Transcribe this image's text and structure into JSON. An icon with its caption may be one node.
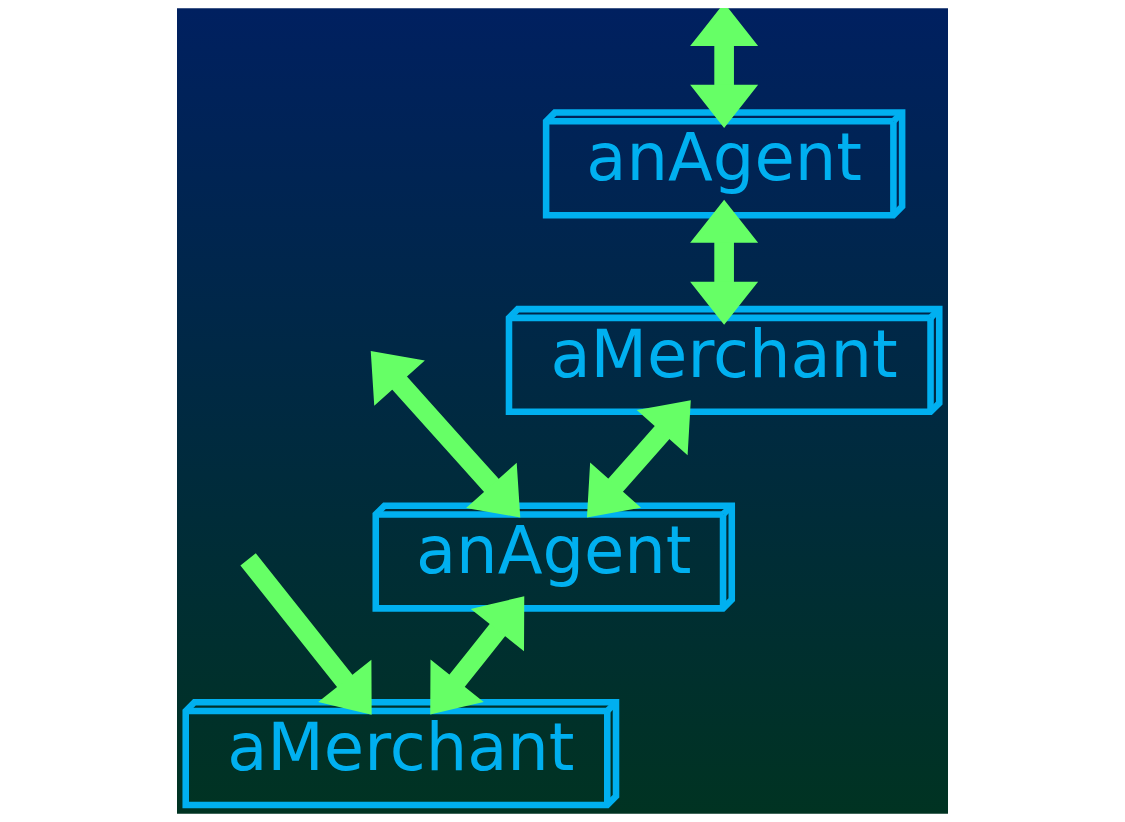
{
  "diagram": {
    "nodes": [
      {
        "text": [
          "anAgent"
        ]
      },
      {
        "text": [
          "aMerchant"
        ]
      },
      {
        "text": [
          "anAgent"
        ]
      },
      {
        "text": [
          "aMerchant"
        ]
      }
    ],
    "edges": [
      {
        "from": null,
        "to": 0,
        "arrow": "both"
      },
      {
        "from": 0,
        "to": 1,
        "arrow": "both"
      },
      {
        "from": 1,
        "to": 2,
        "arrow": "both"
      },
      {
        "from": null,
        "to": 2,
        "arrow": "both"
      },
      {
        "from": 2,
        "to": 3,
        "arrow": "both"
      },
      {
        "from": null,
        "to": 3,
        "arrow": "to"
      }
    ]
  }
}
